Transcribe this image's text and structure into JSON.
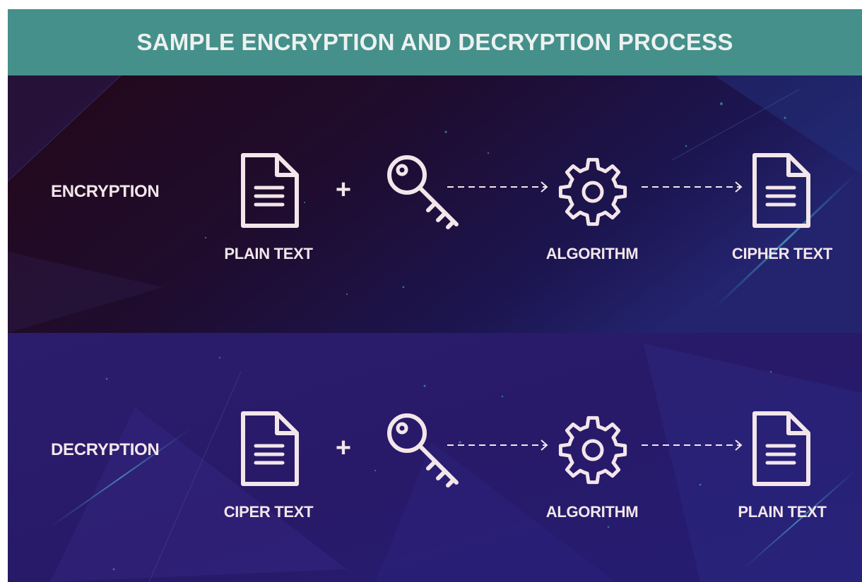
{
  "title": "SAMPLE ENCRYPTION AND DECRYPTION PROCESS",
  "colors": {
    "header": "#45908a",
    "top_panel": "#1d0b2f",
    "bottom_panel": "#2a1a6e",
    "icon_stroke": "#f3e6ea",
    "text": "#f3e6ea"
  },
  "rows": [
    {
      "label": "ENCRYPTION",
      "operator": "+",
      "input_label": "PLAIN TEXT",
      "process_label": "ALGORITHM",
      "output_label": "CIPHER TEXT",
      "icons": [
        "document-icon",
        "key-icon",
        "gear-icon",
        "document-icon"
      ]
    },
    {
      "label": "DECRYPTION",
      "operator": "+",
      "input_label": "CIPER TEXT",
      "process_label": "ALGORITHM",
      "output_label": "PLAIN TEXT",
      "icons": [
        "document-icon",
        "key-icon",
        "gear-icon",
        "document-icon"
      ]
    }
  ]
}
